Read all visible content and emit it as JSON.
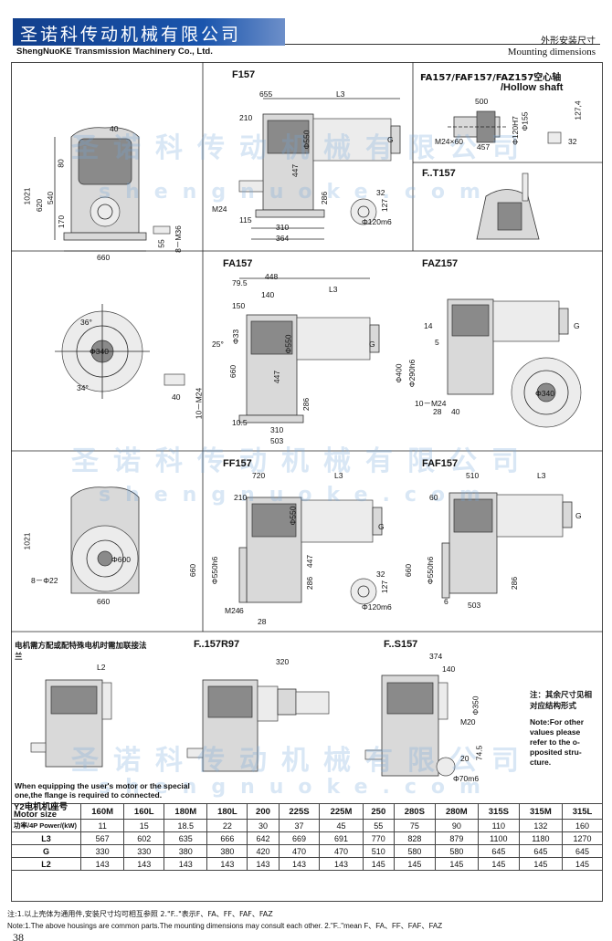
{
  "header": {
    "company_cn": "圣诺科传动机械有限公司",
    "company_en": "ShengNuoKE Transmission Machinery Co., Ltd.",
    "title_cn": "外形安装尺寸",
    "title_en": "Mounting dimensions"
  },
  "watermark": {
    "cn": "圣诺科传动机械有限公司",
    "en": "shengnuoke.com"
  },
  "sections": {
    "f157": "F157",
    "hollow": "FA157/FAF157/FAZ157空心轴",
    "hollow_en": "/Hollow shaft",
    "ft157": "F..T157",
    "fa157": "FA157",
    "faz157": "FAZ157",
    "ff157": "FF157",
    "faf157": "FAF157",
    "r97": "F..157R97",
    "s157": "F..S157"
  },
  "dims": {
    "d40": "40",
    "d80": "80",
    "d1021": "1021",
    "d620": "620",
    "d540": "540",
    "d170": "170",
    "d660": "660",
    "d655": "655",
    "dL3": "L3",
    "d210": "210",
    "d550": "Φ550",
    "dG": "G",
    "d447": "447",
    "d286": "286",
    "dM24": "M24",
    "d115": "115",
    "d310": "310",
    "d364": "364",
    "d32": "32",
    "d127": "127",
    "d120m6": "Φ120m6",
    "d55": "55",
    "d8M36": "8－M36",
    "d500": "500",
    "d1274": "127,4",
    "dM24x60": "M24×60",
    "d457": "457",
    "d120h7": "Φ120H7",
    "d155": "Φ155",
    "d795": "79.5",
    "d448": "448",
    "d150": "150",
    "d140": "140",
    "d25": "25°",
    "d33": "Φ33",
    "d660b": "660",
    "d105": "10.5",
    "d503": "503",
    "d10M24": "10－M24",
    "d36": "36°",
    "d34": "34°",
    "d340": "Φ340",
    "d14": "14",
    "d5": "5",
    "d400": "Φ400",
    "d290h6": "Φ290h6",
    "d28": "28",
    "d720": "720",
    "d6": "6",
    "d600": "Φ600",
    "d8phi22": "8－Φ22",
    "d550h6": "Φ550h6",
    "d510": "510",
    "d60": "60",
    "dL2": "L2",
    "d320": "320",
    "d374": "374",
    "d350": "Φ350",
    "dM20": "M20",
    "d745": "74.5",
    "d20": "20",
    "d70m6": "Φ70m6"
  },
  "notes": {
    "flange_cn": "电机需方配或配特殊电机时需加联接法兰",
    "flange_en": "When equipping the user's motor or the special one,the flange is required to connected.",
    "other_cn": "注：其余尺寸见相对应结构形式",
    "other_en": "Note:For other values please refer to the o-pposited stru-cture."
  },
  "table": {
    "row_labels": {
      "motor_size": "Y2电机机座号 Motor size",
      "power": "功率/4P Power/(kW)",
      "l3": "L3",
      "g": "G",
      "l2": "L2"
    },
    "motor_size": [
      "160M",
      "160L",
      "180M",
      "180L",
      "200",
      "225S",
      "225M",
      "250",
      "280S",
      "280M",
      "315S",
      "315M",
      "315L"
    ],
    "power": [
      "11",
      "15",
      "18.5",
      "22",
      "30",
      "37",
      "45",
      "55",
      "75",
      "90",
      "110",
      "132",
      "160"
    ],
    "l3": [
      "567",
      "602",
      "635",
      "666",
      "642",
      "669",
      "691",
      "770",
      "828",
      "879",
      "1100",
      "1180",
      "1270"
    ],
    "g": [
      "330",
      "330",
      "380",
      "380",
      "420",
      "470",
      "470",
      "510",
      "580",
      "580",
      "645",
      "645",
      "645"
    ],
    "l2": [
      "143",
      "143",
      "143",
      "143",
      "143",
      "143",
      "143",
      "145",
      "145",
      "145",
      "145",
      "145",
      "145"
    ]
  },
  "footer": {
    "cn": "注:1.以上壳体为通用件,安装尺寸均可相互参照    2.\"F..\"表示F、FA、FF、FAF、FAZ",
    "en": "Note:1.The above housings are common parts.The mounting dimensions may consult each other.    2.\"F..\"mean F、FA、FF、FAF、FAZ",
    "page": "38"
  }
}
